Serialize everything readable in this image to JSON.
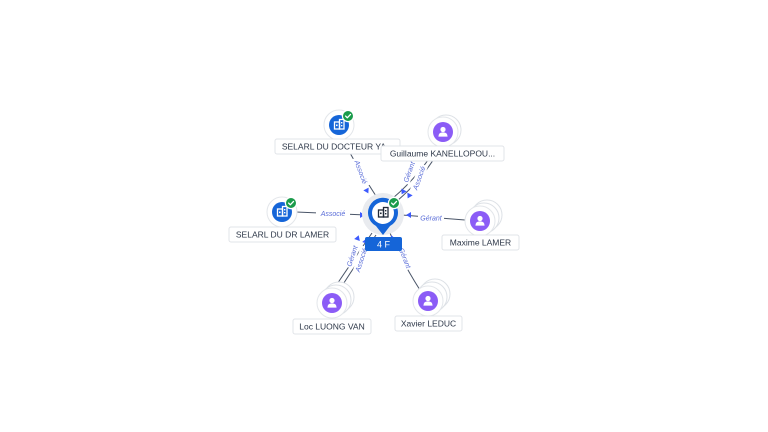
{
  "center": {
    "badge": "4 F",
    "icon": "building-icon",
    "verified": true
  },
  "nodes": [
    {
      "id": "selarl-docteur",
      "label": "SELARL DU DOCTEUR YA...",
      "kind": "company",
      "verified": true
    },
    {
      "id": "selarl-dr-lamer",
      "label": "SELARL DU DR LAMER",
      "kind": "company",
      "verified": true
    },
    {
      "id": "guillaume",
      "label": "Guillaume KANELLOPOU...",
      "kind": "person",
      "verified": false
    },
    {
      "id": "maxime",
      "label": "Maxime LAMER",
      "kind": "person",
      "verified": false
    },
    {
      "id": "loc",
      "label": "Loc LUONG VAN",
      "kind": "person",
      "verified": false
    },
    {
      "id": "xavier",
      "label": "Xavier LEDUC",
      "kind": "person",
      "verified": false
    }
  ],
  "edges": [
    {
      "from": "selarl-docteur",
      "roles": [
        "Associé"
      ]
    },
    {
      "from": "selarl-dr-lamer",
      "roles": [
        "Associé"
      ]
    },
    {
      "from": "guillaume",
      "roles": [
        "Gérant",
        "Associé"
      ]
    },
    {
      "from": "maxime",
      "roles": [
        "Gérant"
      ]
    },
    {
      "from": "loc",
      "roles": [
        "Gérant",
        "Associé"
      ]
    },
    {
      "from": "xavier",
      "roles": [
        "Gérant"
      ]
    }
  ],
  "colors": {
    "company": "#1565d8",
    "person": "#8b5cf6",
    "verified": "#1a9b4b",
    "edge_label": "#5a6dd8"
  }
}
